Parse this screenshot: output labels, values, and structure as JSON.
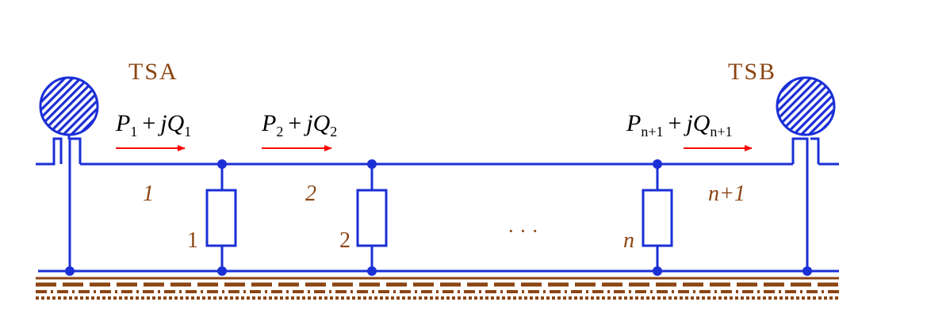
{
  "substations": {
    "left": {
      "label": "TSA",
      "icon": "substation-icon"
    },
    "right": {
      "label": "TSB",
      "icon": "substation-icon"
    }
  },
  "power_flows": [
    {
      "p": "P",
      "p_sub": "1",
      "plus": "+",
      "j": "j",
      "q": "Q",
      "q_sub": "1"
    },
    {
      "p": "P",
      "p_sub": "2",
      "plus": "+",
      "j": "j",
      "q": "Q",
      "q_sub": "2"
    },
    {
      "p": "P",
      "p_sub": "n+1",
      "plus": "+",
      "j": "j",
      "q": "Q",
      "q_sub": "n+1"
    }
  ],
  "sections": [
    "1",
    "2",
    "n+1"
  ],
  "loads": [
    "1",
    "2",
    "n"
  ],
  "ellipsis": "· · ·",
  "colors": {
    "line": "#1a2fd6",
    "label": "#8B4513",
    "arrow": "#ff0000",
    "ground": "#8B4513",
    "text": "#000000"
  }
}
